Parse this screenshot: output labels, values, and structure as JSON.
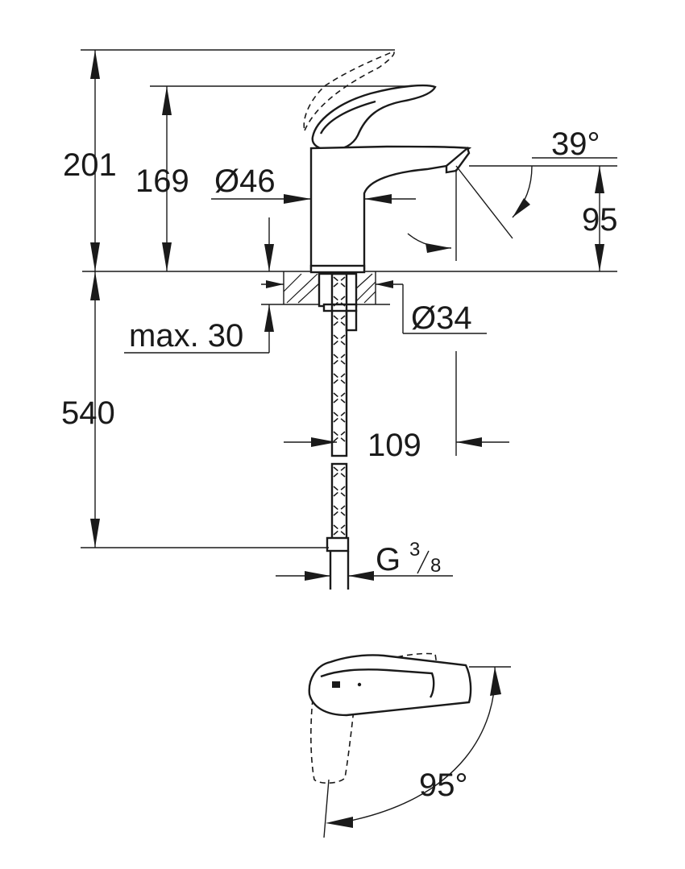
{
  "drawing": {
    "dimensions": {
      "total_height": "201",
      "spout_height": "169",
      "body_diameter": "Ø46",
      "spout_angle": "39°",
      "outlet_height": "95",
      "deck_thickness": "max. 30",
      "hole_diameter": "Ø34",
      "flex_hose_length": "540",
      "spout_reach": "109",
      "connection_thread": "G",
      "thread_numerator": "3",
      "thread_denominator": "8",
      "lever_rotation": "95°"
    }
  }
}
